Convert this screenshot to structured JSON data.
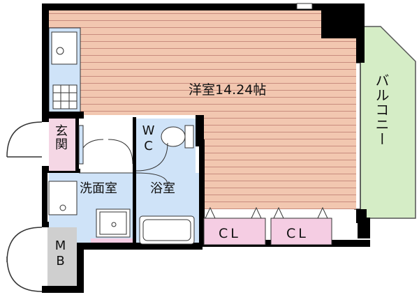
{
  "rooms": {
    "western_room": "洋室14.24帖",
    "balcony": "バルコニー",
    "entrance": "玄関",
    "wc": "WC",
    "washroom": "洗面室",
    "bathroom": "浴室",
    "closet_1": "CL",
    "closet_2": "CL",
    "meter_box": "MB"
  },
  "colors": {
    "floor_stripe": "#f2c7b0",
    "floor_line": "#c88c7e",
    "balcony": "#d5edc6",
    "wet_area": "#cfe3f8",
    "closet": "#f5cde3",
    "entrance": "#f5d7e5",
    "meter_box": "#cfcfcf",
    "wall": "#000000"
  }
}
